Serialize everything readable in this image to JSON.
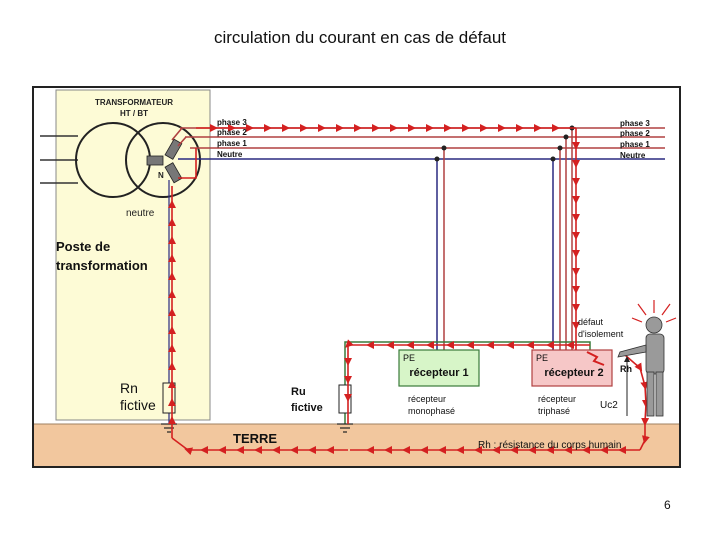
{
  "slide": {
    "title": "circulation du courant en cas de défaut",
    "page_number": "6"
  },
  "diagram": {
    "transformer_title_1": "TRANSFORMATEUR",
    "transformer_title_2": "HT / BT",
    "neutral_point_label": "N",
    "neutre_label": "neutre",
    "poste_label_1": "Poste de",
    "poste_label_2": "transformation",
    "rn_label_1": "Rn",
    "rn_label_2": "fictive",
    "ru_label_1": "Ru",
    "ru_label_2": "fictive",
    "bus_left_labels": [
      "phase 3",
      "phase 2",
      "phase 1",
      "Neutre"
    ],
    "bus_right_labels": [
      "phase 3",
      "phase 2",
      "phase 1",
      "Neutre"
    ],
    "pe_label": "PE",
    "recepteur1_label": "récepteur 1",
    "recepteur2_label": "récepteur 2",
    "recepteur1_caption_1": "récepteur",
    "recepteur1_caption_2": "monophasé",
    "recepteur2_caption_1": "récepteur",
    "recepteur2_caption_2": "triphasé",
    "defaut_label_1": "défaut",
    "defaut_label_2": "d'isolement",
    "rh_label": "Rh",
    "uc2_label": "Uc2",
    "terre_label": "TERRE",
    "rh_caption": "Rh : résistance du corps humain",
    "colors": {
      "fault_path": "#d42020",
      "phase_line": "#b04040",
      "neutral_line": "#2a2a80",
      "ground": "#f2c79e",
      "transformer_box": "#fdfbd6",
      "recepteur1_fill": "#d7f5c8",
      "recepteur2_fill": "#f6c7c7"
    }
  }
}
